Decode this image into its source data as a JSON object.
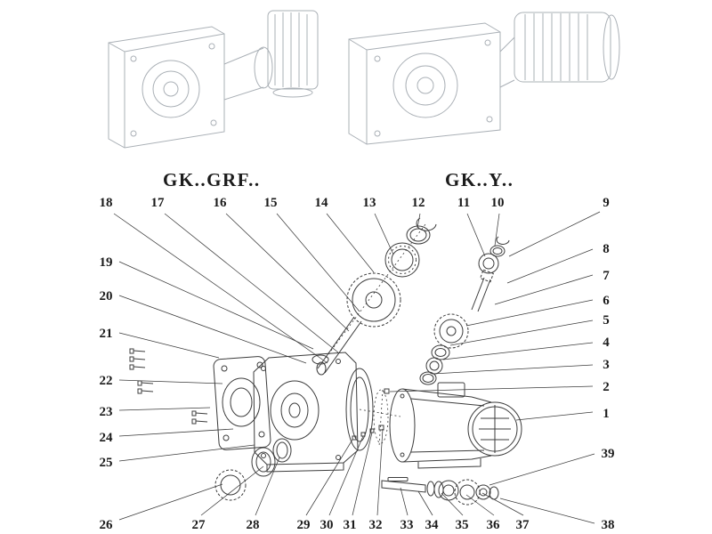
{
  "titles": {
    "left": "GK..GRF..",
    "right": "GK..Y.."
  },
  "parts": [
    "1",
    "2",
    "3",
    "4",
    "5",
    "6",
    "7",
    "8",
    "9",
    "10",
    "11",
    "12",
    "13",
    "14",
    "15",
    "16",
    "17",
    "18",
    "19",
    "20",
    "21",
    "22",
    "23",
    "24",
    "25",
    "26",
    "27",
    "28",
    "29",
    "30",
    "31",
    "32",
    "33",
    "34",
    "35",
    "36",
    "37",
    "38",
    "39"
  ],
  "colors": {
    "line": "#3c3c3c",
    "faint": "#aab0b6",
    "text": "#1b1b1b"
  }
}
